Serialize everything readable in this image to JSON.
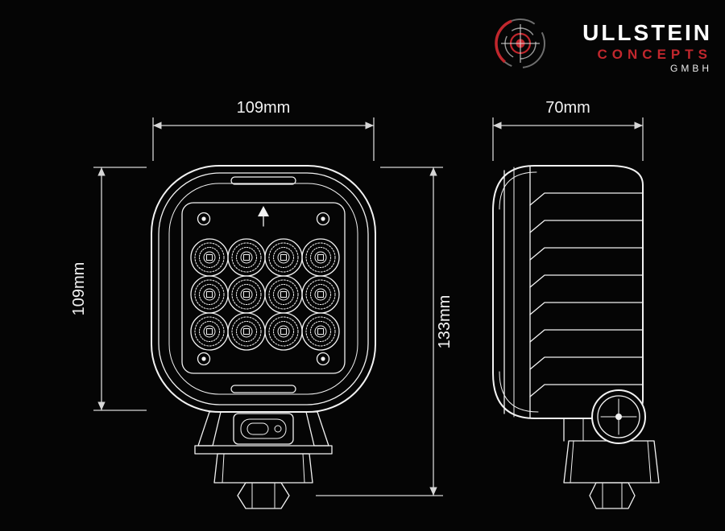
{
  "logo": {
    "name": "ULLSTEIN",
    "subtitle": "CONCEPTS",
    "legal": "GMBH"
  },
  "dimensions": {
    "front_width": "109mm",
    "front_height": "109mm",
    "overall_height": "133mm",
    "side_depth": "70mm"
  },
  "colors": {
    "background": "#050505",
    "line": "#f2f2f2",
    "line_dim": "#d6d6d6",
    "accent": "#c1272d",
    "ring_gray": "#6e6e6e"
  }
}
